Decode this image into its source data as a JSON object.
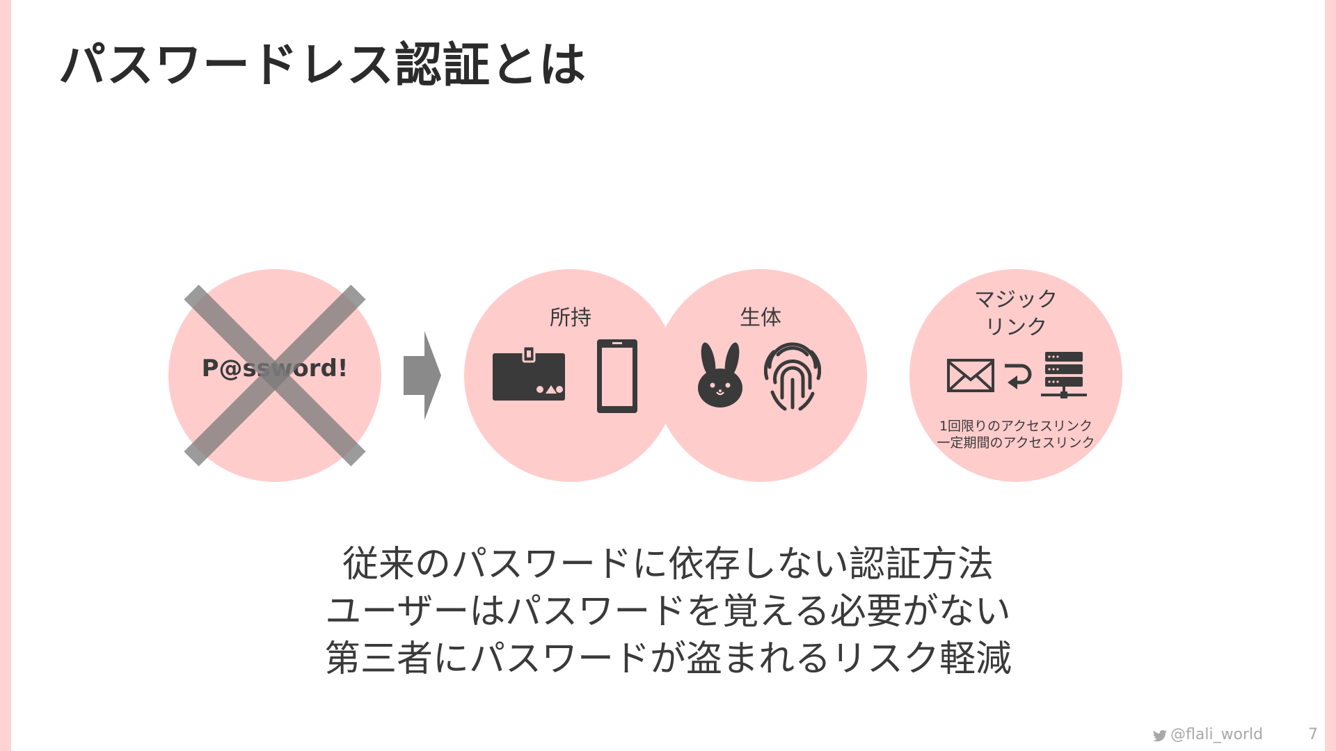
{
  "title": "パスワードレス認証とは",
  "password_example": "P@ssword!",
  "categories": {
    "possession": "所持",
    "biometric": "生体",
    "magic_link": [
      "マジック",
      "リンク"
    ]
  },
  "magic_link_notes": [
    "1回限りのアクセスリンク",
    "一定期間のアクセスリンク"
  ],
  "icons": {
    "cross": "cross-mark-icon",
    "arrow": "right-arrow-icon",
    "card": "id-card-icon",
    "phone": "smartphone-icon",
    "face": "rabbit-face-icon",
    "fingerprint": "fingerprint-icon",
    "mail": "envelope-icon",
    "return": "return-arrow-icon",
    "server": "server-icon",
    "bird": "twitter-bird-icon"
  },
  "body_lines": [
    "従来のパスワードに依存しない認証方法",
    "ユーザーはパスワードを覚える必要がない",
    "第三者にパスワードが盗まれるリスク軽減"
  ],
  "footer": {
    "handle": "@flali_world",
    "page_number": "7"
  },
  "colors": {
    "circle": "#ffcccc",
    "edge": "#ffd3d3",
    "icon": "#3a3a3a",
    "cross": "#8a8a8a"
  }
}
